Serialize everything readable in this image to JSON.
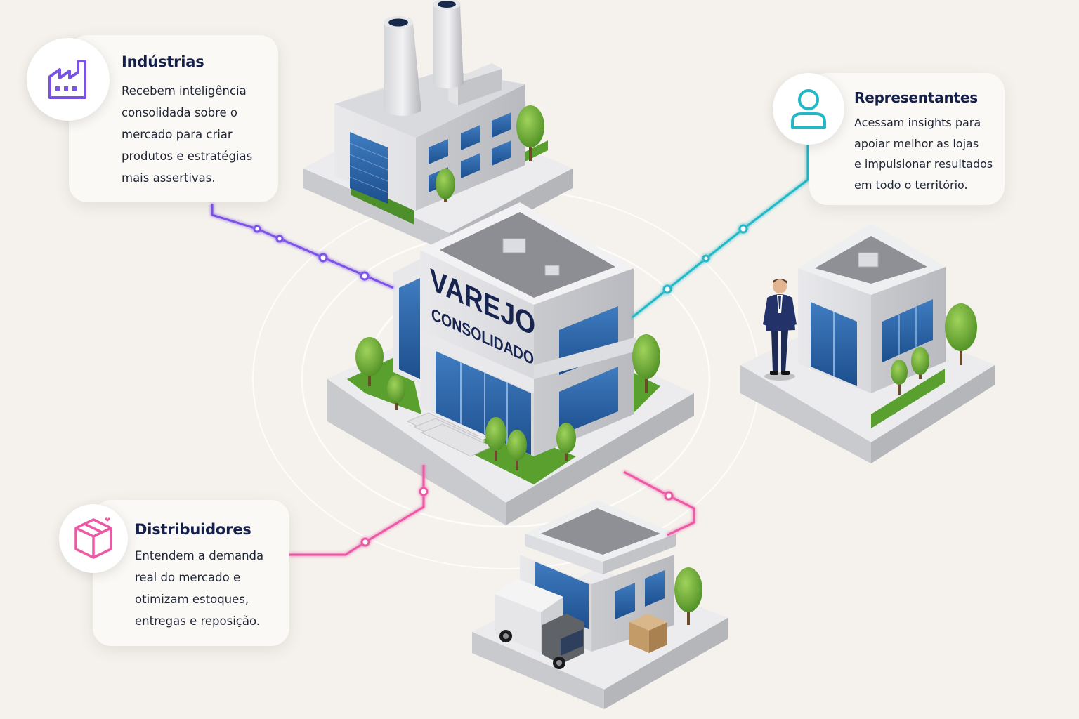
{
  "center": {
    "line1": "VAREJO",
    "line2": "CONSOLIDADO"
  },
  "industrias": {
    "title": "Indústrias",
    "lines": [
      "Recebem inteligência",
      "consolidada sobre o",
      "mercado para criar",
      "produtos e estratégias",
      "mais assertivas."
    ],
    "icon": "factory-icon",
    "color": "#7b52e6"
  },
  "representantes": {
    "title": "Representantes",
    "lines": [
      "Acessam insights para",
      "apoiar melhor as lojas",
      "e impulsionar resultados",
      "em todo o território."
    ],
    "icon": "person-icon",
    "color": "#22b8c8"
  },
  "distribuidores": {
    "title": "Distribuidores",
    "lines": [
      "Entendem a demanda",
      "real do mercado e",
      "otimizam estoques,",
      "entregas e reposição."
    ],
    "icon": "box-icon",
    "color": "#ec5aa6"
  }
}
